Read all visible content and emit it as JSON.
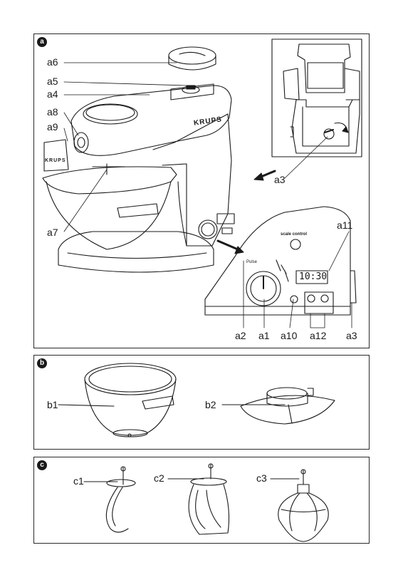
{
  "panel_a": {
    "badge": "a",
    "labels": {
      "a1": "a1",
      "a2": "a2",
      "a3_top": "a3",
      "a3_bottom": "a3",
      "a4": "a4",
      "a5": "a5",
      "a6": "a6",
      "a7": "a7",
      "a8": "a8",
      "a9": "a9",
      "a10": "a10",
      "a11": "a11",
      "a12": "a12"
    },
    "brand_head": "KRUPS",
    "brand_bowl": "KRUPS",
    "panel_caption": "scale control",
    "pulse_label": "Pulse",
    "display_value": "10:30"
  },
  "panel_b": {
    "badge": "b",
    "labels": {
      "b1": "b1",
      "b2": "b2"
    }
  },
  "panel_c": {
    "badge": "c",
    "labels": {
      "c1": "c1",
      "c2": "c2",
      "c3": "c3"
    }
  }
}
